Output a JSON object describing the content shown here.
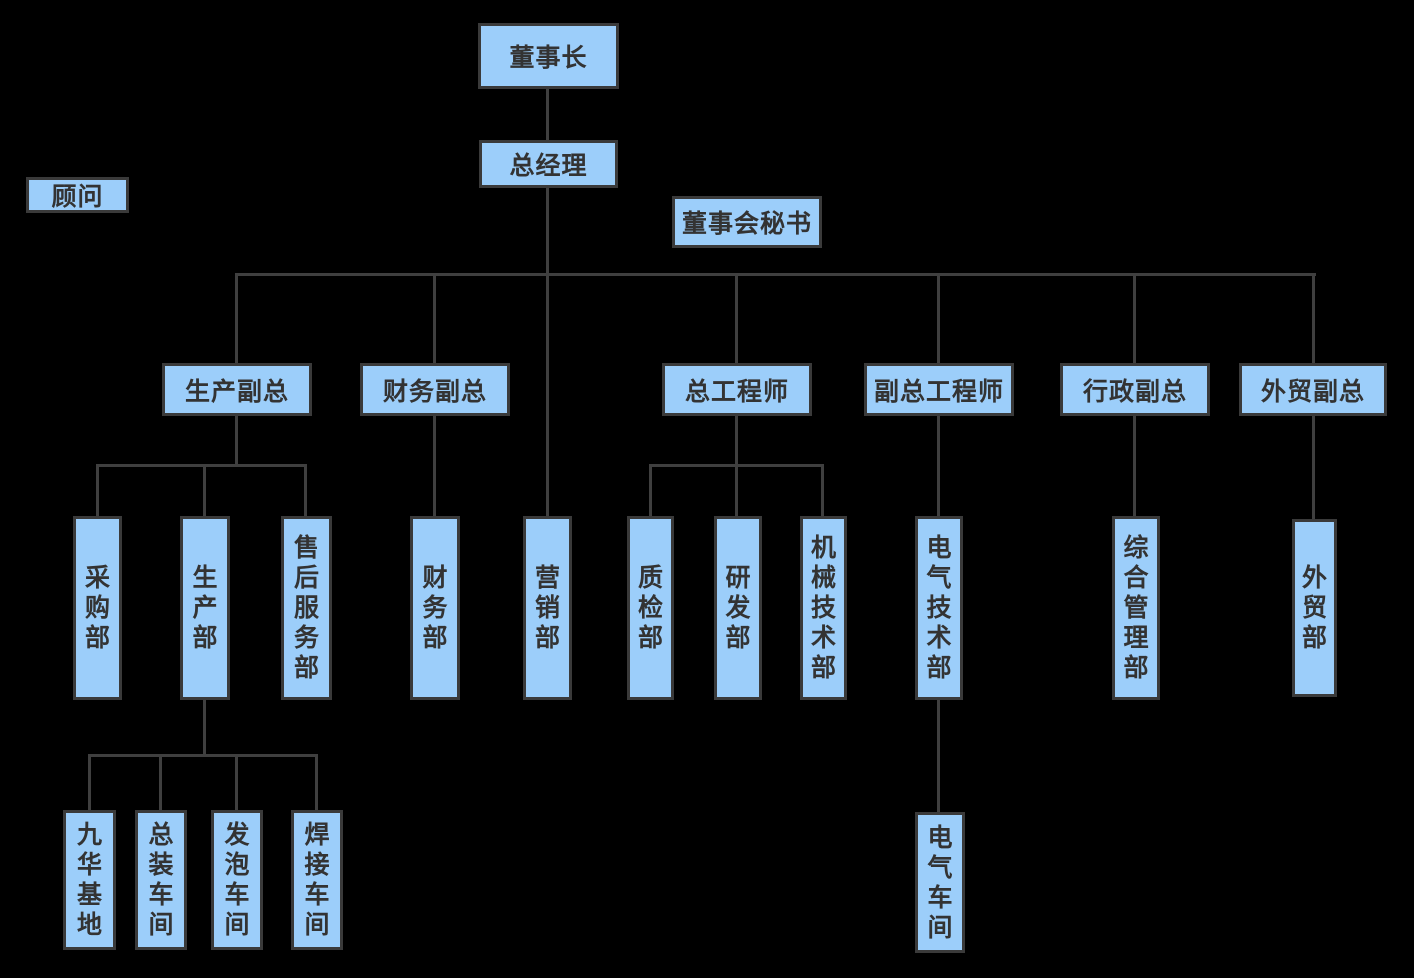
{
  "diagram": {
    "type": "org-chart",
    "colors": {
      "background": "#000000",
      "node_fill": "#9CCEFA",
      "node_border": "#3A3A3A",
      "connector": "#3F3F3F",
      "text": "#333333"
    },
    "nodes": {
      "chairman": {
        "label": "董事长"
      },
      "general_manager": {
        "label": "总经理"
      },
      "advisor": {
        "label": "顾问"
      },
      "board_secretary": {
        "label": "董事会秘书"
      },
      "production_vp": {
        "label": "生产副总"
      },
      "finance_vp": {
        "label": "财务副总"
      },
      "chief_engineer": {
        "label": "总工程师"
      },
      "deputy_chief_engineer": {
        "label": "副总工程师"
      },
      "admin_vp": {
        "label": "行政副总"
      },
      "foreign_trade_vp": {
        "label": "外贸副总"
      },
      "purchasing_dept": {
        "label": "采购部"
      },
      "production_dept": {
        "label": "生产部"
      },
      "after_sales_dept": {
        "label": "售后服务部"
      },
      "finance_dept": {
        "label": "财务部"
      },
      "marketing_dept": {
        "label": "营销部"
      },
      "quality_dept": {
        "label": "质检部"
      },
      "rnd_dept": {
        "label": "研发部"
      },
      "mech_tech_dept": {
        "label": "机械技术部"
      },
      "elec_tech_dept": {
        "label": "电气技术部"
      },
      "general_mgmt_dept": {
        "label": "综合管理部"
      },
      "foreign_trade_dept": {
        "label": "外贸部"
      },
      "jiuhua_base": {
        "label": "九华基地"
      },
      "assembly_workshop": {
        "label": "总装车间"
      },
      "foaming_workshop": {
        "label": "发泡车间"
      },
      "welding_workshop": {
        "label": "焊接车间"
      },
      "electrical_workshop": {
        "label": "电气车间"
      }
    },
    "edges": [
      [
        "chairman",
        "general_manager"
      ],
      [
        "general_manager",
        "production_vp"
      ],
      [
        "general_manager",
        "finance_vp"
      ],
      [
        "general_manager",
        "chief_engineer"
      ],
      [
        "general_manager",
        "deputy_chief_engineer"
      ],
      [
        "general_manager",
        "admin_vp"
      ],
      [
        "general_manager",
        "foreign_trade_vp"
      ],
      [
        "general_manager",
        "marketing_dept"
      ],
      [
        "production_vp",
        "purchasing_dept"
      ],
      [
        "production_vp",
        "production_dept"
      ],
      [
        "production_vp",
        "after_sales_dept"
      ],
      [
        "finance_vp",
        "finance_dept"
      ],
      [
        "chief_engineer",
        "quality_dept"
      ],
      [
        "chief_engineer",
        "rnd_dept"
      ],
      [
        "chief_engineer",
        "mech_tech_dept"
      ],
      [
        "deputy_chief_engineer",
        "elec_tech_dept"
      ],
      [
        "admin_vp",
        "general_mgmt_dept"
      ],
      [
        "foreign_trade_vp",
        "foreign_trade_dept"
      ],
      [
        "production_dept",
        "jiuhua_base"
      ],
      [
        "production_dept",
        "assembly_workshop"
      ],
      [
        "production_dept",
        "foaming_workshop"
      ],
      [
        "production_dept",
        "welding_workshop"
      ],
      [
        "elec_tech_dept",
        "electrical_workshop"
      ],
      [
        "advisor",
        null
      ],
      [
        "board_secretary",
        null
      ]
    ]
  }
}
